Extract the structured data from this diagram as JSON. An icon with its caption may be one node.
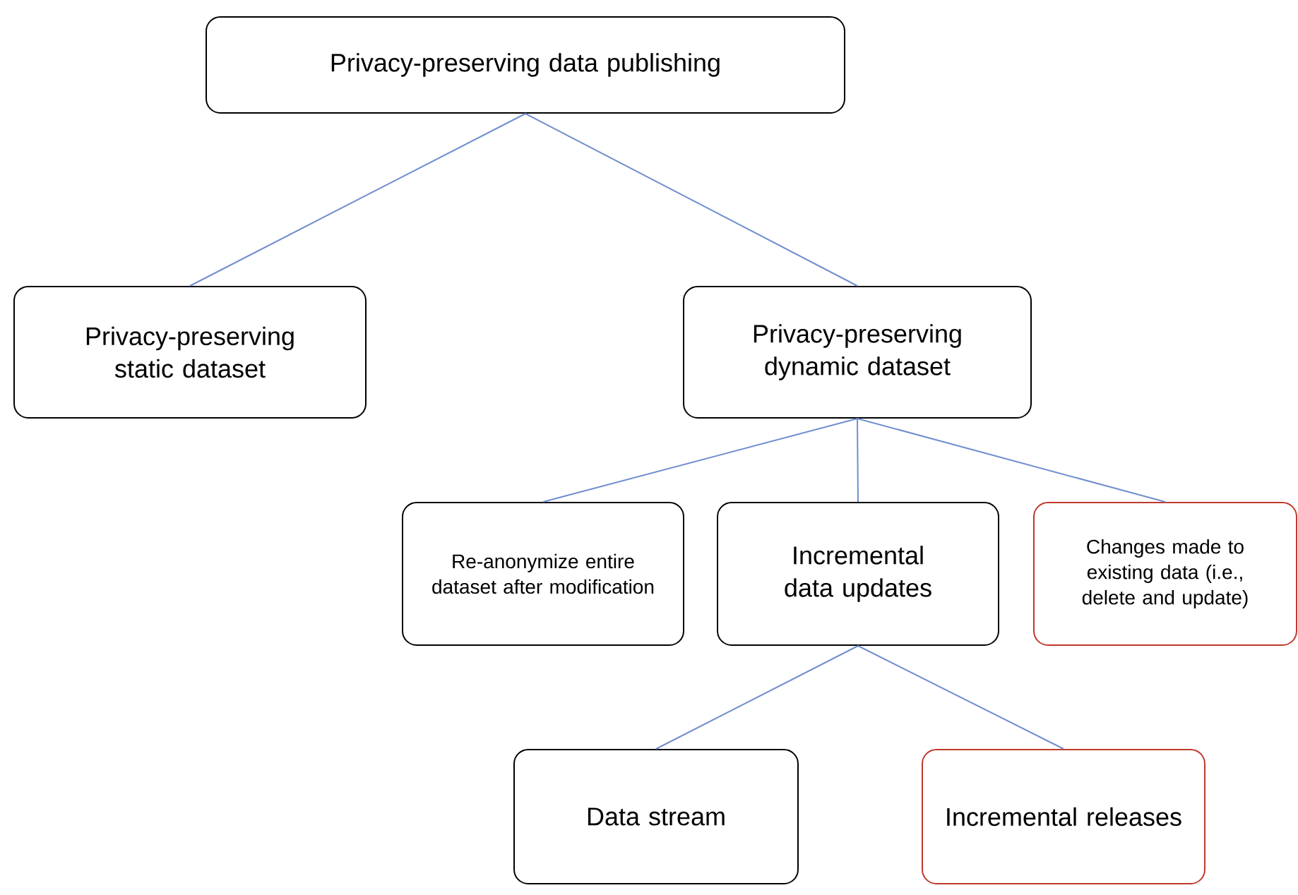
{
  "diagram": {
    "nodes": [
      {
        "text": [
          "Privacy-preserving data publishing"
        ]
      },
      {
        "text": [
          "Privacy-preserving static dataset"
        ]
      },
      {
        "text": [
          "Privacy-preserving dynamic dataset"
        ]
      },
      {
        "text": [
          "Re-anonymize entire dataset after modification"
        ]
      },
      {
        "text": [
          "Incremental data updates"
        ]
      },
      {
        "text": [
          "Changes made to existing data (i.e., delete and update)"
        ]
      },
      {
        "text": [
          "Data stream"
        ]
      },
      {
        "text": [
          "Incremental releases"
        ]
      }
    ],
    "edges": [
      {
        "from": 0,
        "to": 1,
        "arrow": "none"
      },
      {
        "from": 0,
        "to": 2,
        "arrow": "none"
      },
      {
        "from": 2,
        "to": 3,
        "arrow": "none"
      },
      {
        "from": 2,
        "to": 4,
        "arrow": "none"
      },
      {
        "from": 2,
        "to": 5,
        "arrow": "none"
      },
      {
        "from": 4,
        "to": 6,
        "arrow": "none"
      },
      {
        "from": 4,
        "to": 7,
        "arrow": "none"
      }
    ]
  }
}
